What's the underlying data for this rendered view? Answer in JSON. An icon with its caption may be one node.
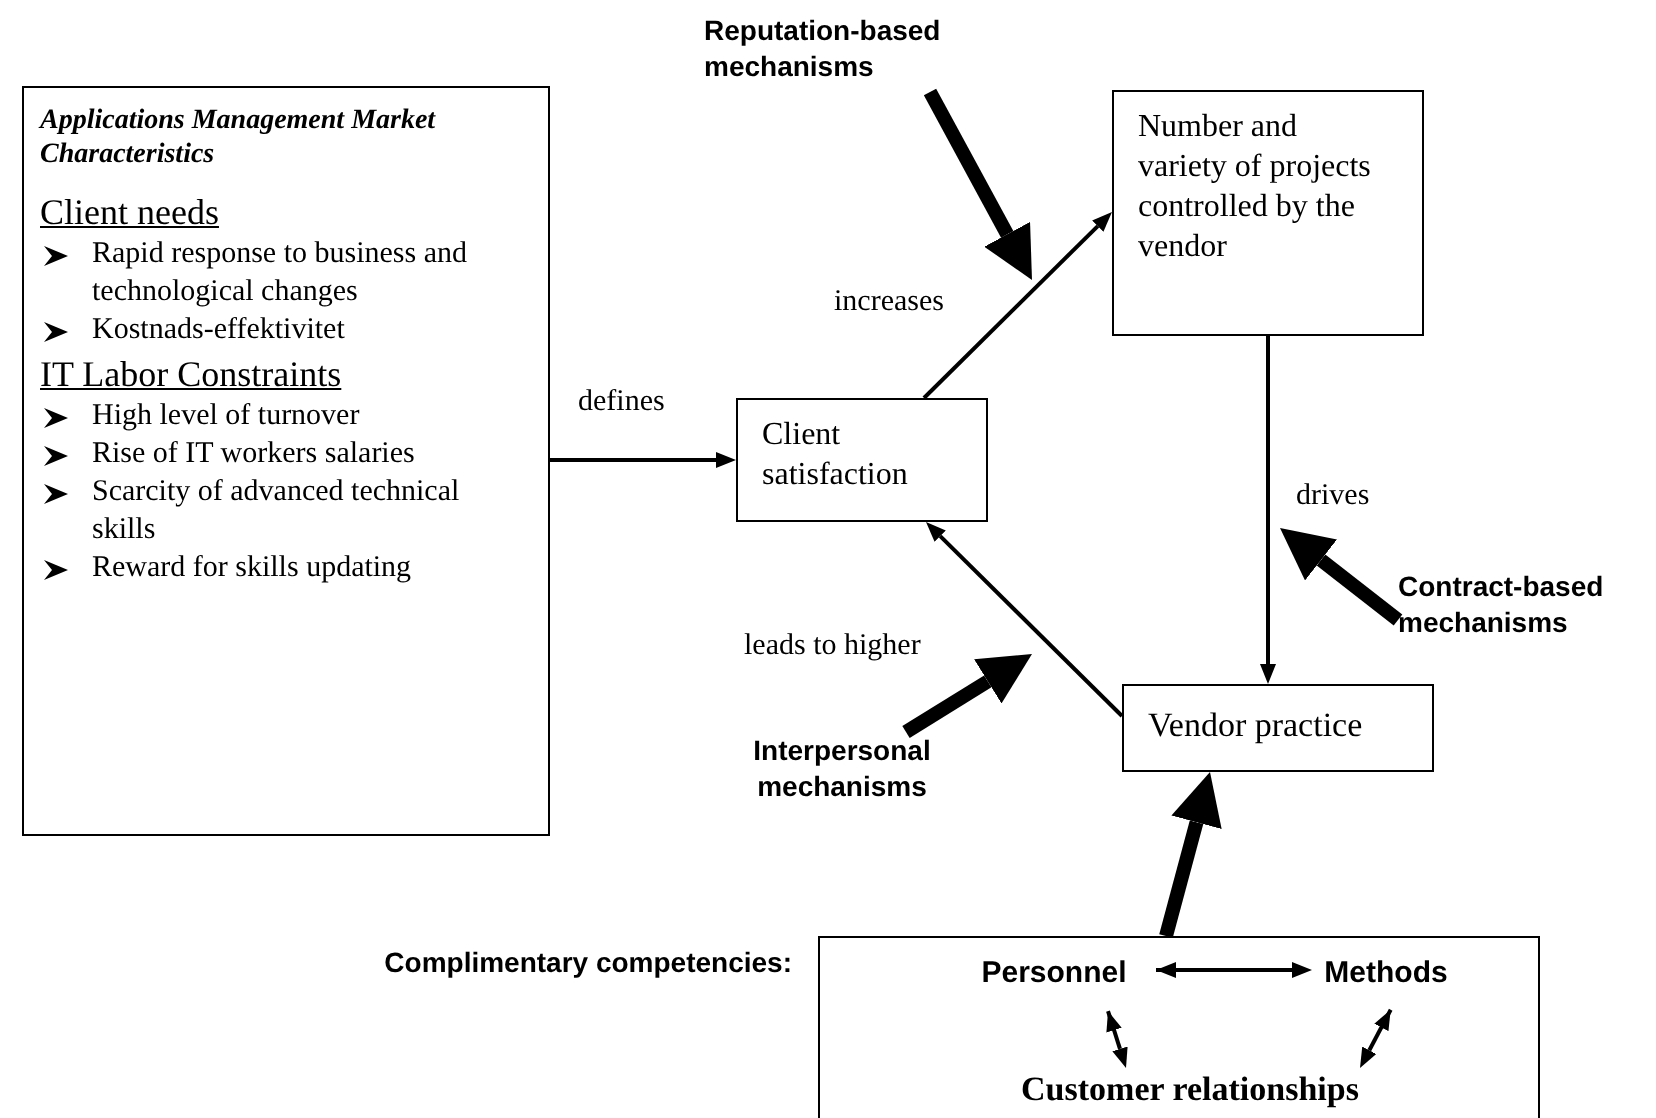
{
  "diagram": {
    "nodes": [
      {
        "text": [
          "Applications Management Market Characteristics",
          "Client needs",
          "Rapid response to business and technological changes",
          "Kostnads-effektivitet",
          "IT Labor Constraints",
          "High level of turnover",
          "Rise of IT workers salaries",
          "Scarcity of advanced technical skills",
          "Reward for skills updating"
        ]
      },
      {
        "text": [
          "Client satisfaction"
        ]
      },
      {
        "text": [
          "Number and variety of projects controlled by the vendor"
        ]
      },
      {
        "text": [
          "Vendor practice"
        ]
      },
      {
        "text": [
          "Reputation-based mechanisms"
        ]
      },
      {
        "text": [
          "Contract-based mechanisms"
        ]
      },
      {
        "text": [
          "Interpersonal mechanisms"
        ]
      },
      {
        "text": [],
        "shape": "box",
        "beside": [
          "Complimentary competencies:"
        ]
      },
      {
        "text": [
          "Personnel"
        ],
        "in": 7
      },
      {
        "text": [
          "Methods"
        ],
        "in": 7
      },
      {
        "text": [
          "Customer relationships"
        ],
        "in": 7
      }
    ],
    "edges": [
      {
        "from": 0,
        "to": 1,
        "arrow": "to",
        "label": "defines"
      },
      {
        "from": 1,
        "to": 2,
        "arrow": "to",
        "label": "increases"
      },
      {
        "from": 2,
        "to": 3,
        "arrow": "to",
        "label": "drives"
      },
      {
        "from": 3,
        "to": 1,
        "arrow": "to",
        "label": "leads to higher"
      },
      {
        "from": 4,
        "to": null,
        "arrow": "to",
        "style": "thick"
      },
      {
        "from": 5,
        "to": null,
        "arrow": "to",
        "style": "thick"
      },
      {
        "from": 6,
        "to": null,
        "arrow": "to",
        "style": "thick"
      },
      {
        "from": 7,
        "to": 3,
        "arrow": "to",
        "style": "thick"
      },
      {
        "from": 8,
        "to": 9,
        "arrow": "both"
      },
      {
        "from": 8,
        "to": 10,
        "arrow": "both"
      },
      {
        "from": 9,
        "to": 10,
        "arrow": "both"
      }
    ]
  }
}
